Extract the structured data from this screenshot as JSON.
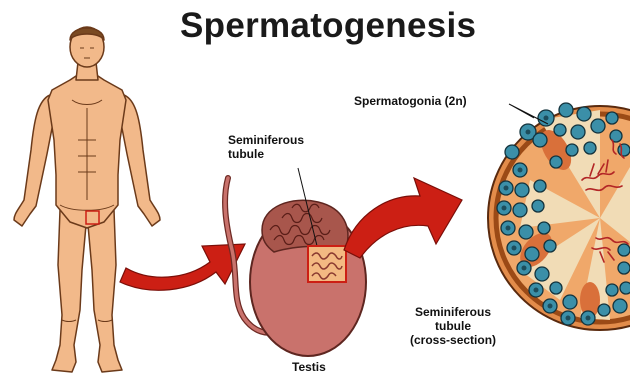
{
  "title": "Spermatogenesis",
  "labels": {
    "spermatogonia": "Spermatogonia (2n)",
    "seminiferous_tubule_line1": "Seminiferous",
    "seminiferous_tubule_line2": "tubule",
    "testis": "Testis",
    "cross_section_line1": "Seminiferous",
    "cross_section_line2": "tubule",
    "cross_section_line3": "(cross-section)"
  },
  "colors": {
    "skin": "#f2b98a",
    "skin_outline": "#6b3a1a",
    "arrow": "#cc1f14",
    "testis": "#c9726c",
    "tubule_coil": "#8a3a30",
    "zoom_box": "#f3b982",
    "cell_blue": "#3b8fa8",
    "cell_outline": "#13333d",
    "lumen": "#f1dcb6",
    "tubule_wall": "#9b4a16",
    "sperm_tail": "#b32626",
    "sertoli_orange": "#e38c4a"
  }
}
